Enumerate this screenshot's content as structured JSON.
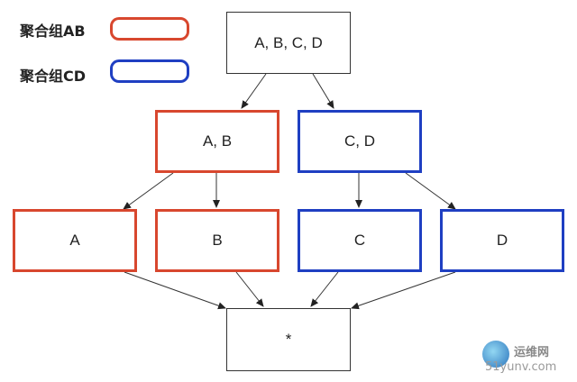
{
  "legend": {
    "items": [
      {
        "label": "聚合组AB",
        "color": "#d8472e"
      },
      {
        "label": "聚合组CD",
        "color": "#1f3fc2"
      }
    ]
  },
  "nodes": {
    "root": "A, B, C, D",
    "ab": "A, B",
    "cd": "C, D",
    "a": "A",
    "b": "B",
    "c": "C",
    "d": "D",
    "star": "*"
  },
  "colors": {
    "group_ab": "#d8472e",
    "group_cd": "#1f3fc2",
    "neutral": "#333333"
  },
  "watermark": {
    "site_cn": "运维网",
    "site": "51yunv.com"
  }
}
